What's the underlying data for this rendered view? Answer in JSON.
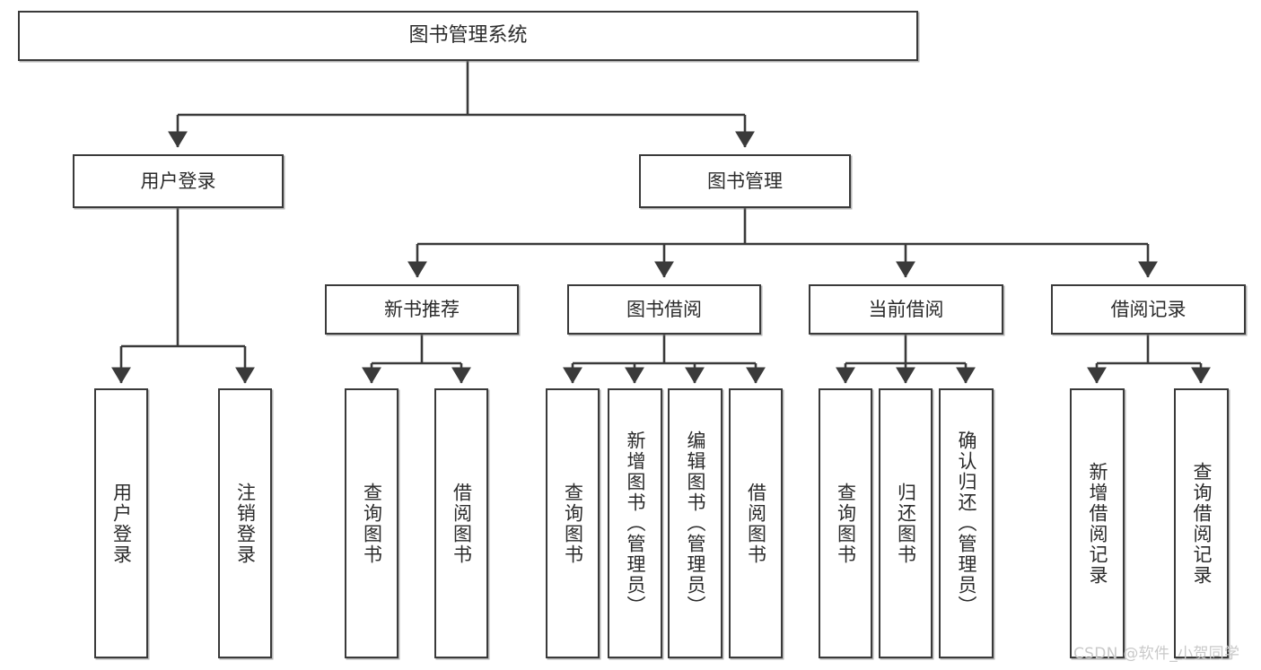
{
  "diagram": {
    "title": "图书管理系统",
    "type": "tree-hierarchy",
    "root": {
      "label": "图书管理系统"
    },
    "level2": [
      {
        "label": "用户登录"
      },
      {
        "label": "图书管理"
      }
    ],
    "level3": [
      {
        "label": "新书推荐"
      },
      {
        "label": "图书借阅"
      },
      {
        "label": "当前借阅"
      },
      {
        "label": "借阅记录"
      }
    ],
    "leaves": {
      "user_login": [
        {
          "label": "用户登录"
        },
        {
          "label": "注销登录"
        }
      ],
      "new_book_recommend": [
        {
          "label": "查询图书"
        },
        {
          "label": "借阅图书"
        }
      ],
      "book_borrow": [
        {
          "label": "查询图书"
        },
        {
          "label": "新增图书（管理员）"
        },
        {
          "label": "编辑图书（管理员）"
        },
        {
          "label": "借阅图书"
        }
      ],
      "current_borrow": [
        {
          "label": "查询图书"
        },
        {
          "label": "归还图书"
        },
        {
          "label": "确认归还（管理员）"
        }
      ],
      "borrow_record": [
        {
          "label": "新增借阅记录"
        },
        {
          "label": "查询借阅记录"
        }
      ]
    }
  },
  "watermark": {
    "text": "CSDN @软件_小贺同学"
  },
  "colors": {
    "box_border": "#3a3a3a",
    "box_fill": "#ffffff",
    "text": "#262626",
    "edge": "#3a3a3a",
    "watermark": "#c9c9c9",
    "background": "#ffffff"
  }
}
